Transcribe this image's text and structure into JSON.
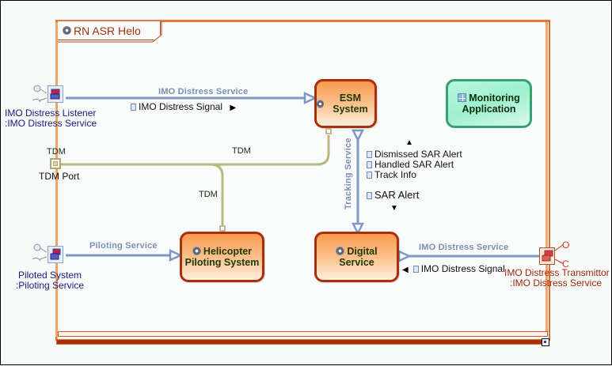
{
  "frame": {
    "title": "RN ASR Helo",
    "icon": "gear-icon",
    "color": "#d8703a"
  },
  "components": {
    "esm_system": {
      "label": "ESM System",
      "icon": "gear-icon"
    },
    "monitoring_application": {
      "label_line1": "Monitoring",
      "label_line2": "Application",
      "icon": "grid-icon"
    },
    "helicopter_piloting_system": {
      "label_line1": "Helicopter",
      "label_line2": "Piloting System",
      "icon": "gear-icon"
    },
    "digital_service": {
      "label_line1": "Digital",
      "label_line2": "Service",
      "icon": "gear-icon"
    }
  },
  "ports": {
    "imo_listener": {
      "line1": "IMO  Distress Listener",
      "line2": ":IMO Distress Service"
    },
    "tdm_port": {
      "top_label": "TDM",
      "bottom_label": "TDM Port"
    },
    "piloted_system": {
      "line1": "Piloted System",
      "line2": ":Piloting Service"
    },
    "imo_transmittor": {
      "line1": "IMO Distress Transmittor",
      "line2": ":IMO Distress Service",
      "o_label": "O",
      "c_label": "C"
    }
  },
  "connectors": {
    "imo_service_top": {
      "label": "IMO Distress Service",
      "signal": "IMO Distress Signal",
      "arrow": "▶"
    },
    "tdm_horizontal": {
      "label": "TDM"
    },
    "tdm_vertical": {
      "label": "TDM"
    },
    "tracking_service": {
      "label": "Tracking Service",
      "up_arrow": "▲",
      "up_signals": [
        "Dismissed SAR Alert",
        "Handled SAR Alert",
        "Track Info"
      ],
      "down_signal": "SAR Alert",
      "down_arrow": "▼"
    },
    "piloting_service": {
      "label": "Piloting Service"
    },
    "imo_service_bottom": {
      "label": "IMO Distress Service",
      "signal": "IMO Distress Signal",
      "arrow": "◀"
    }
  },
  "colors": {
    "component_border": "#a8300c",
    "service_line": "#7c98c4",
    "tdm_line": "#b8b880",
    "monitor_border": "#3aa070"
  }
}
